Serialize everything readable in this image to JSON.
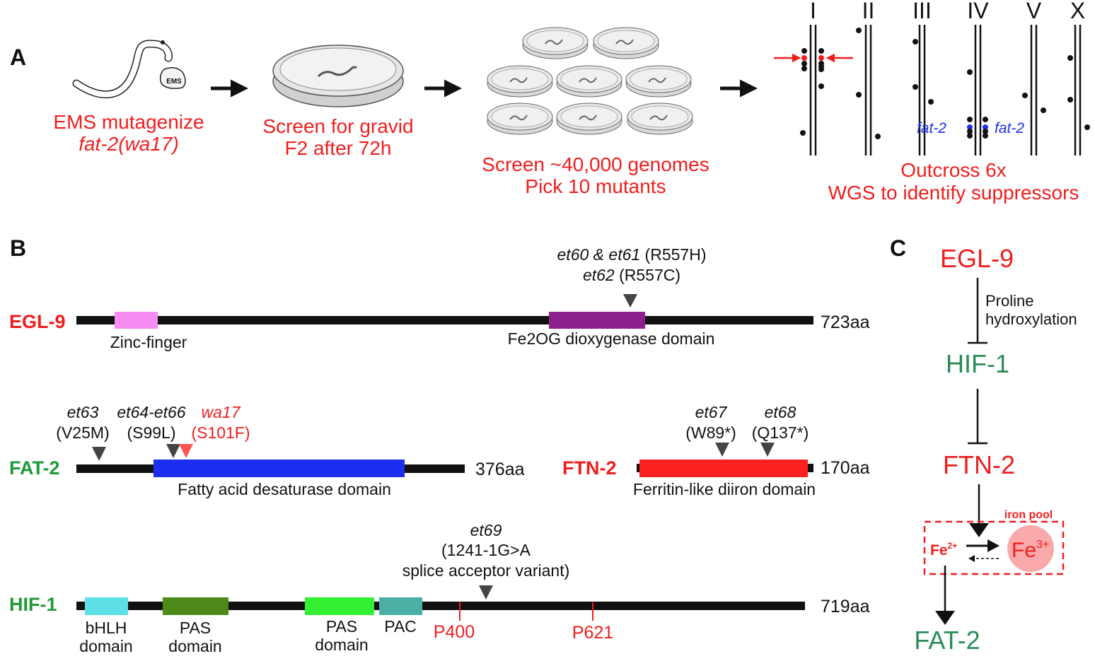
{
  "panel_labels": {
    "a": "A",
    "b": "B",
    "c": "C"
  },
  "panel_a": {
    "worm_bag_label": "EMS",
    "step1": [
      "EMS mutagenize",
      "fat-2(wa17)"
    ],
    "step2": [
      "Screen for gravid",
      "F2 after 72h"
    ],
    "step3": [
      "Screen ~40,000 genomes",
      "Pick 10 mutants"
    ],
    "step4": [
      "Outcross 6x",
      "WGS to identify suppressors"
    ],
    "chromosomes": [
      "I",
      "II",
      "III",
      "IV",
      "V",
      "X"
    ],
    "fat2_marker": "fat-2",
    "colors": {
      "text": "#f01e1e",
      "fat2": "#1a2ef0"
    }
  },
  "panel_b": {
    "egl9": {
      "name": "EGL-9",
      "length": "723aa",
      "domains": [
        "Zinc-finger",
        "Fe2OG dioxygenase domain"
      ],
      "mutation_line1_italic": "et60 & et61",
      "mutation_line1": " (R557H)",
      "mutation_line2_italic": "et62",
      "mutation_line2": " (R557C)"
    },
    "fat2": {
      "name": "FAT-2",
      "length": "376aa",
      "domain": "Fatty acid desaturase domain",
      "mutations": [
        {
          "allele": "et63",
          "change": "(V25M)"
        },
        {
          "allele": "et64-et66",
          "change": "(S99L)"
        },
        {
          "allele": "wa17",
          "change": "(S101F)"
        }
      ]
    },
    "ftn2": {
      "name": "FTN-2",
      "length": "170aa",
      "domain": "Ferritin-like diiron domain",
      "mutations": [
        {
          "allele": "et67",
          "change": "(W89*)"
        },
        {
          "allele": "et68",
          "change": "(Q137*)"
        }
      ]
    },
    "hif1": {
      "name": "HIF-1",
      "length": "719aa",
      "domains": [
        [
          "bHLH",
          "domain"
        ],
        [
          "PAS",
          "domain"
        ],
        [
          "PAS",
          "domain"
        ],
        [
          "PAC"
        ]
      ],
      "sites": [
        "P400",
        "P621"
      ],
      "mutation": {
        "allele": "et69",
        "line2": "(1241-1G>A",
        "line3": "splice acceptor variant)"
      }
    }
  },
  "panel_c": {
    "egl9": "EGL-9",
    "edge1": [
      "Proline",
      "hydroxylation"
    ],
    "hif1": "HIF-1",
    "ftn2": "FTN-2",
    "iron_pool": "iron pool",
    "fe2": "Fe",
    "fe2_sup": "2+",
    "fe3": "Fe",
    "fe3_sup": "3+",
    "fat2": "FAT-2"
  }
}
